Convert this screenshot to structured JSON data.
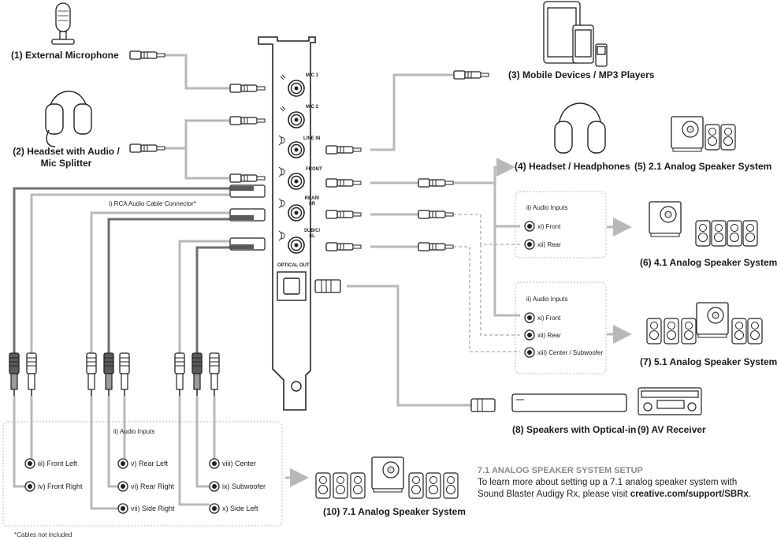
{
  "devices": {
    "d1": "(1) External Microphone",
    "d2_line1": "(2) Headset with Audio /",
    "d2_line2": "Mic Splitter",
    "d3": "(3) Mobile Devices / MP3 Players",
    "d4": "(4) Headset / Headphones",
    "d5": "(5) 2.1 Analog Speaker System",
    "d6": "(6) 4.1 Analog Speaker System",
    "d7": "(7) 5.1 Analog Speaker System",
    "d8": "(8) Speakers with Optical-in",
    "d9": "(9) AV Receiver",
    "d10": "(10) 7.1 Analog Speaker System"
  },
  "ports": {
    "mic1": "MIC 1",
    "mic2": "MIC 2",
    "line_in": "LINE IN",
    "front": "FRONT",
    "rear_l1": "REAR/",
    "rear_l2": "SR",
    "sub_l1": "SUB/C/",
    "sub_l2": "SL",
    "optical": "OPTICAL OUT"
  },
  "rca_note": "i) RCA Audio Cable Connector*",
  "inputs_box_6": {
    "title": "ii) Audio Inputs",
    "items": [
      "xi) Front",
      "xii) Rear"
    ]
  },
  "inputs_box_7": {
    "title": "ii) Audio Inputs",
    "items": [
      "xi) Front",
      "xii) Rear",
      "xiii) Center / Subwoofer"
    ]
  },
  "inputs_box_10": {
    "title": "ii) Audio Inputs",
    "items": [
      "iii) Front Left",
      "iv) Front Right",
      "v) Rear Left",
      "vi) Rear Right",
      "vii) Side Right",
      "viii) Center",
      "ix) Subwoofer",
      "x) Side Left"
    ]
  },
  "setup_note": {
    "title": "7.1 ANALOG SPEAKER SYSTEM SETUP",
    "line1": "To learn more about setting up a 7.1 analog speaker system with",
    "line2_prefix": "Sound Blaster Audigy Rx, please visit ",
    "link": "creative.com/support/SBRx",
    "line2_suffix": "."
  },
  "footnote": "*Cables not included",
  "colors": {
    "cable": "#b8b8b8",
    "dark_cable": "#6e6e6e",
    "outline": "#222222",
    "note_title": "#8a8a8a"
  }
}
